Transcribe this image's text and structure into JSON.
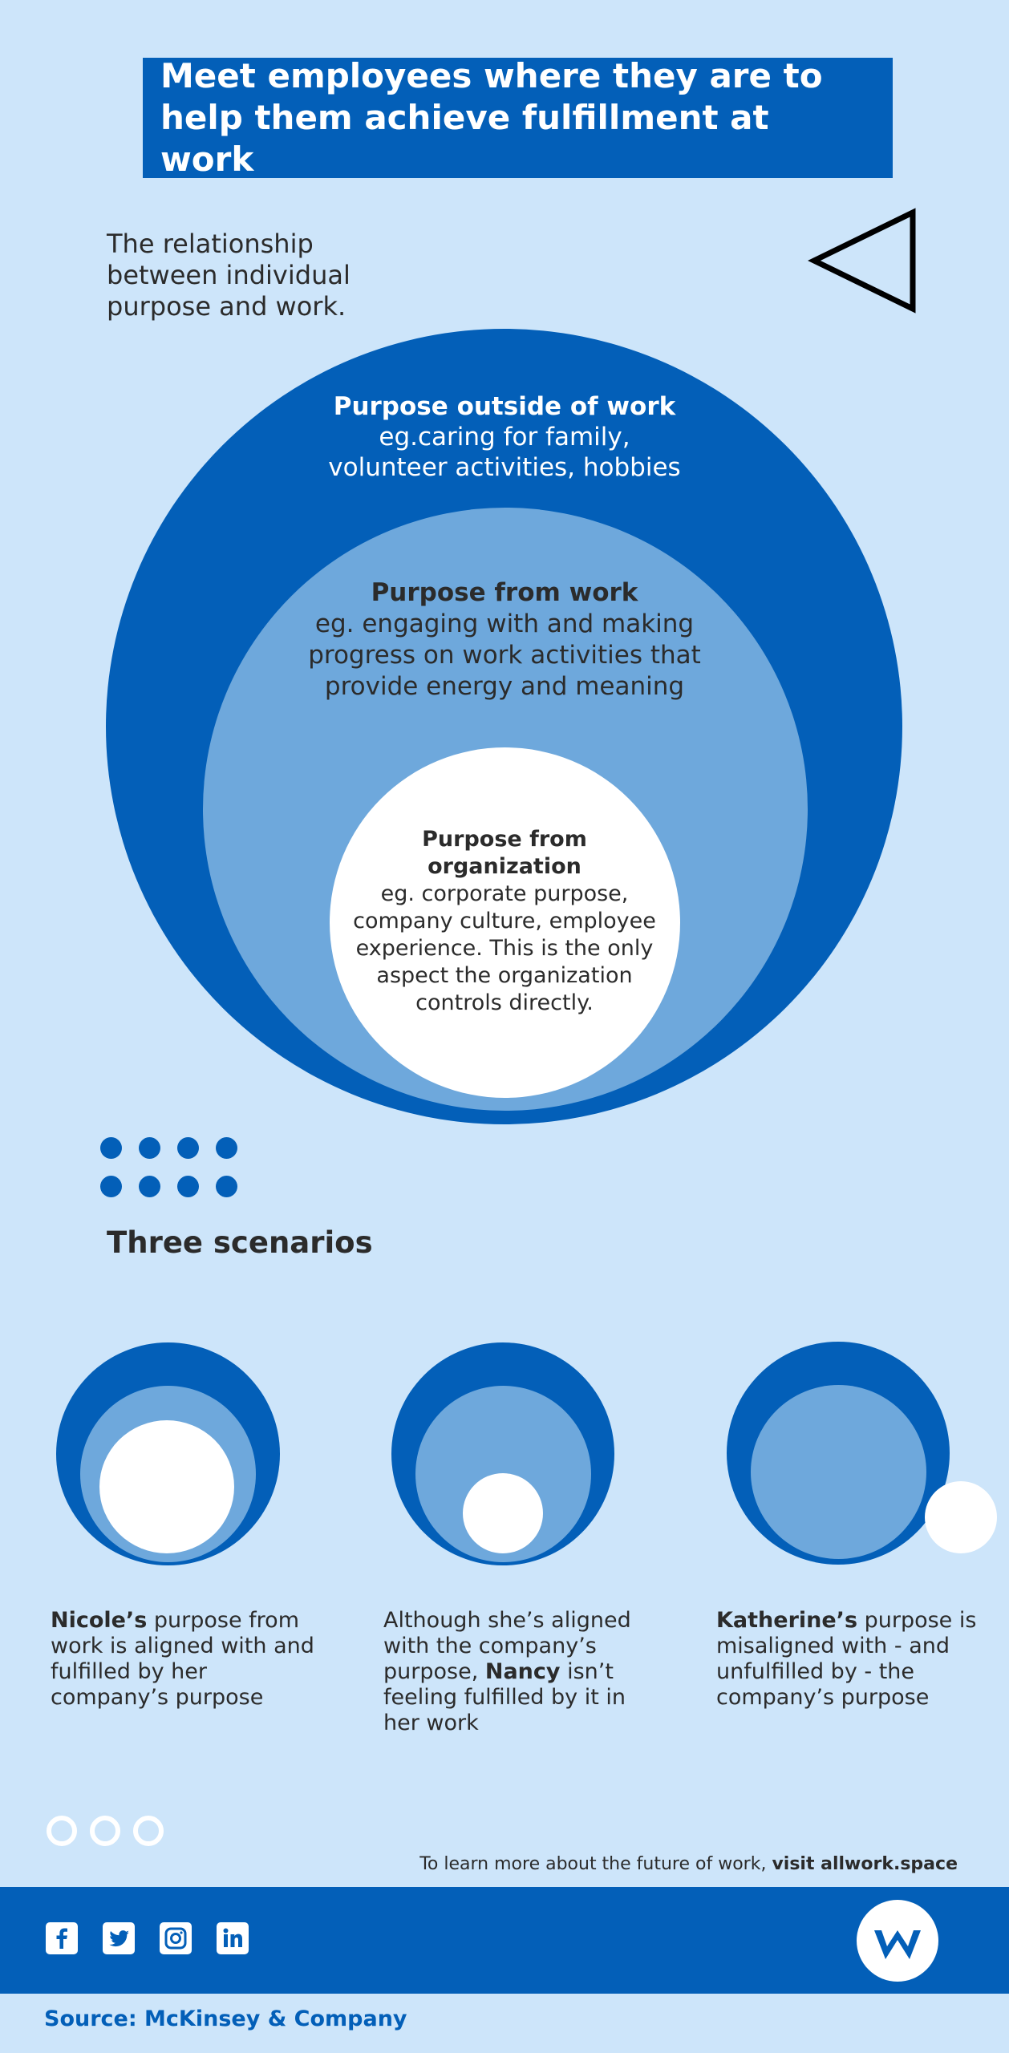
{
  "header": {
    "title": "Meet employees where they are to help them achieve fulfillment at work"
  },
  "intro": {
    "text": "The relationship between individual purpose and work."
  },
  "diagram": {
    "outer": {
      "heading": "Purpose outside of work",
      "body_line1": "eg.caring for family,",
      "body_line2": "volunteer activities, hobbies"
    },
    "middle": {
      "heading": "Purpose from work",
      "body": "eg. engaging with and making progress on work activities that provide energy and meaning"
    },
    "inner": {
      "heading": "Purpose from organization",
      "body": "eg. corporate purpose, company culture, employee experience. This is the only aspect the organization controls directly."
    }
  },
  "scenarios": {
    "title": "Three scenarios",
    "items": [
      {
        "name": "Nicole’s",
        "text": " purpose from work is aligned with and fulfilled by her company’s purpose"
      },
      {
        "pre": "Although she’s aligned with the company’s purpose, ",
        "name": "Nancy",
        "text": " isn’t feeling fulfilled by it in her work"
      },
      {
        "name": "Katherine’s",
        "text": " purpose is misaligned with - and unfulfilled by - the company’s purpose"
      }
    ]
  },
  "cta": {
    "text": "To learn more about the future of work, ",
    "link": "visit allwork.space"
  },
  "footer": {
    "social_icons": [
      "facebook-icon",
      "twitter-icon",
      "instagram-icon",
      "linkedin-icon"
    ],
    "source": "Source: McKinsey & Company"
  },
  "colors": {
    "background": "#cde5fa",
    "dark_blue": "#035fb8",
    "mid_blue": "#6ea8dc",
    "white": "#ffffff",
    "text": "#2b2b2b"
  }
}
